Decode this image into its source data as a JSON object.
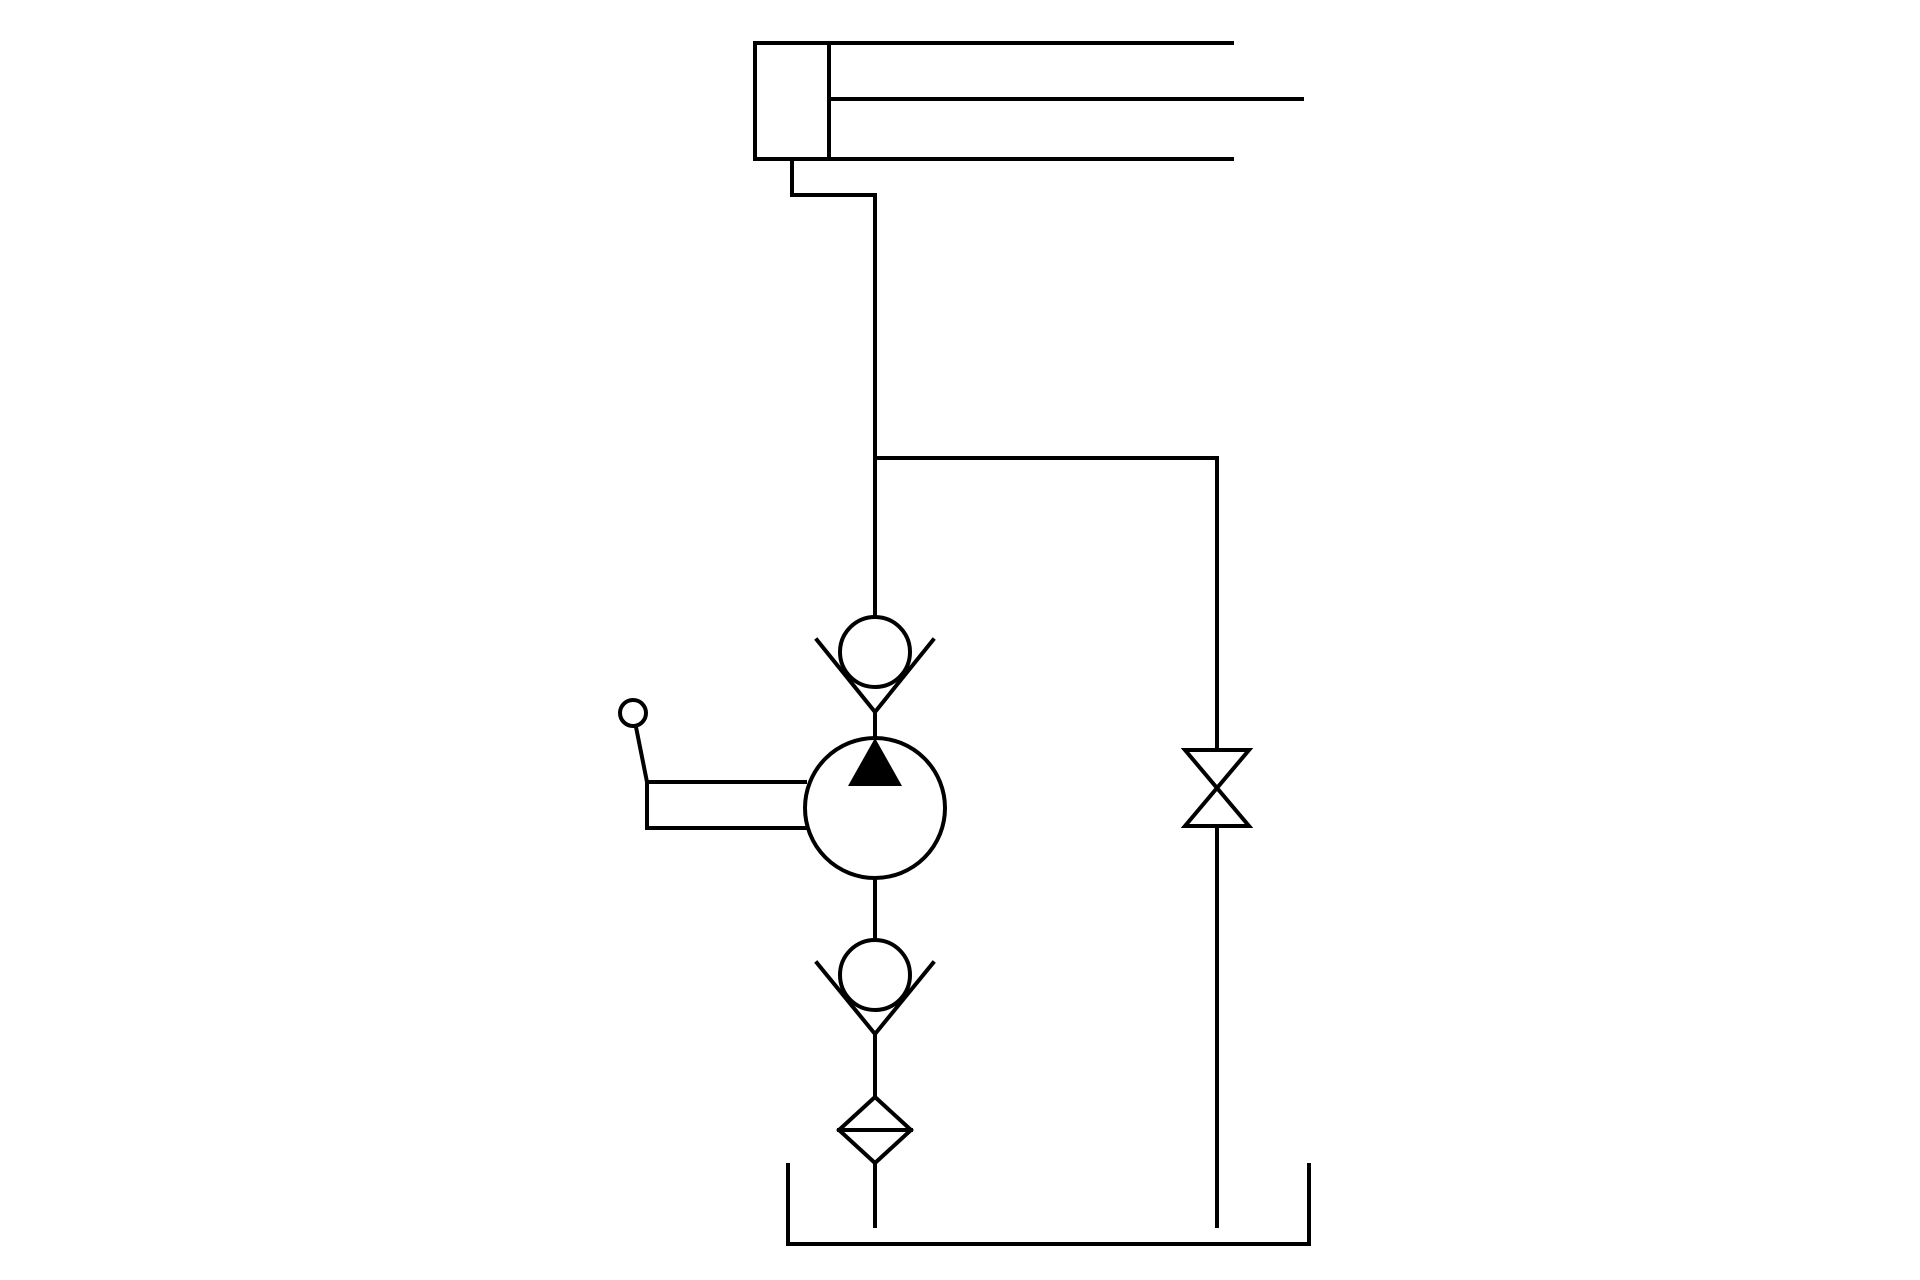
{
  "diagram": {
    "type": "hydraulic-schematic",
    "components": [
      {
        "name": "single-acting-cylinder",
        "icon": "hydraulic-cylinder-icon"
      },
      {
        "name": "hand-lever",
        "icon": "hand-lever-icon"
      },
      {
        "name": "hand-pump",
        "icon": "hydraulic-pump-icon"
      },
      {
        "name": "outlet-check-valve",
        "icon": "check-valve-icon"
      },
      {
        "name": "inlet-check-valve",
        "icon": "check-valve-icon"
      },
      {
        "name": "suction-filter",
        "icon": "filter-icon"
      },
      {
        "name": "release-valve",
        "icon": "shutoff-valve-icon"
      },
      {
        "name": "oil-reservoir",
        "icon": "tank-icon"
      }
    ],
    "colors": {
      "line": "#000000",
      "background": "#ffffff"
    }
  }
}
